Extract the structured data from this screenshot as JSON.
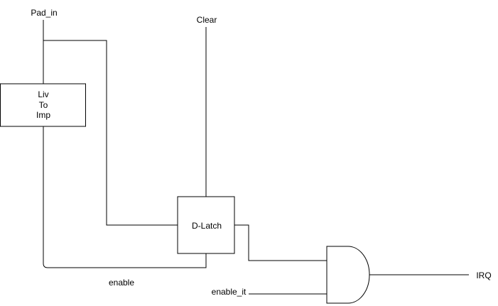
{
  "diagram": {
    "labels": {
      "pad_in": "Pad_in",
      "clear": "Clear",
      "enable": "enable",
      "enable_it": "enable_it",
      "irq": "IRQ"
    },
    "blocks": {
      "level_converter": {
        "line1": "Liv",
        "line2": "To",
        "line3": "Imp"
      },
      "d_latch": "D-Latch"
    }
  }
}
